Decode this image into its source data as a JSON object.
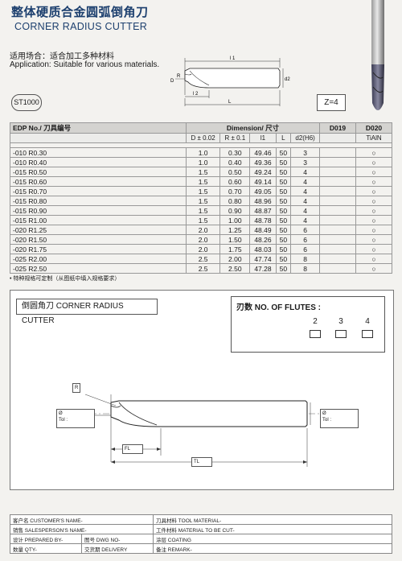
{
  "header": {
    "title_cn": "整体硬质合金圆弧倒角刀",
    "title_en": "CORNER RADIUS CUTTER",
    "application_cn": "适用场合：适合加工多种材料",
    "application_en": "Application: Suitable for various materials."
  },
  "badges": {
    "grade": "ST1000",
    "flutes": "Z=4"
  },
  "top_drawing_labels": {
    "l1": "l 1",
    "l2": "l 2",
    "L": "L",
    "D": "D",
    "R": "R",
    "d2": "d2"
  },
  "table": {
    "edp_header": "EDP No./ 刀具编号",
    "dimension_header": "Dimension/ 尺寸",
    "col_d019": "D019",
    "col_d020": "D020",
    "sub_headers": [
      "D ± 0.02",
      "R ± 0.1",
      "l1",
      "L",
      "d2(H6)",
      "",
      "TiAlN"
    ],
    "rows": [
      [
        "-010 R0.30",
        "1.0",
        "0.30",
        "49.46",
        "50",
        "3",
        "",
        "○"
      ],
      [
        "-010 R0.40",
        "1.0",
        "0.40",
        "49.36",
        "50",
        "3",
        "",
        "○"
      ],
      [
        "-015 R0.50",
        "1.5",
        "0.50",
        "49.24",
        "50",
        "4",
        "",
        "○"
      ],
      [
        "-015 R0.60",
        "1.5",
        "0.60",
        "49.14",
        "50",
        "4",
        "",
        "○"
      ],
      [
        "-015 R0.70",
        "1.5",
        "0.70",
        "49.05",
        "50",
        "4",
        "",
        "○"
      ],
      [
        "-015 R0.80",
        "1.5",
        "0.80",
        "48.96",
        "50",
        "4",
        "",
        "○"
      ],
      [
        "-015 R0.90",
        "1.5",
        "0.90",
        "48.87",
        "50",
        "4",
        "",
        "○"
      ],
      [
        "-015 R1.00",
        "1.5",
        "1.00",
        "48.78",
        "50",
        "4",
        "",
        "○"
      ],
      [
        "-020 R1.25",
        "2.0",
        "1.25",
        "48.49",
        "50",
        "6",
        "",
        "○"
      ],
      [
        "-020 R1.50",
        "2.0",
        "1.50",
        "48.26",
        "50",
        "6",
        "",
        "○"
      ],
      [
        "-020 R1.75",
        "2.0",
        "1.75",
        "48.03",
        "50",
        "6",
        "",
        "○"
      ],
      [
        "-025 R2.00",
        "2.5",
        "2.00",
        "47.74",
        "50",
        "8",
        "",
        "○"
      ],
      [
        "-025 R2.50",
        "2.5",
        "2.50",
        "47.28",
        "50",
        "8",
        "",
        "○"
      ]
    ]
  },
  "footnote": "• 特种规格可定制（从图纸中填入规格要求）",
  "drawing": {
    "title": "倒圆角刀 CORNER RADIUS CUTTER",
    "flutes_label": "刃数 NO. OF FLUTES :",
    "flute_options": [
      "2",
      "3",
      "4"
    ],
    "label_R": "R",
    "label_dia": "Ø",
    "label_tol": "Tol :",
    "label_FL": "FL",
    "label_TL": "TL"
  },
  "form": {
    "customer": "客户名 CUSTOMER'S NAME-",
    "tool_material": "刀具材料 TOOL MATERIAL-",
    "salesperson": "销售 SALESPERSON'S NAME-",
    "work_material": "工件材料 MATERIAL TO BE CUT-",
    "prepared_by": "设计 PREPARED BY-",
    "dwg_no": "图号 DWG NO-",
    "coating": "涂层 COATING",
    "qty": "数量 QTY-",
    "delivery": "交货期 DELIVERY",
    "remark": "备注 REMARK-"
  }
}
